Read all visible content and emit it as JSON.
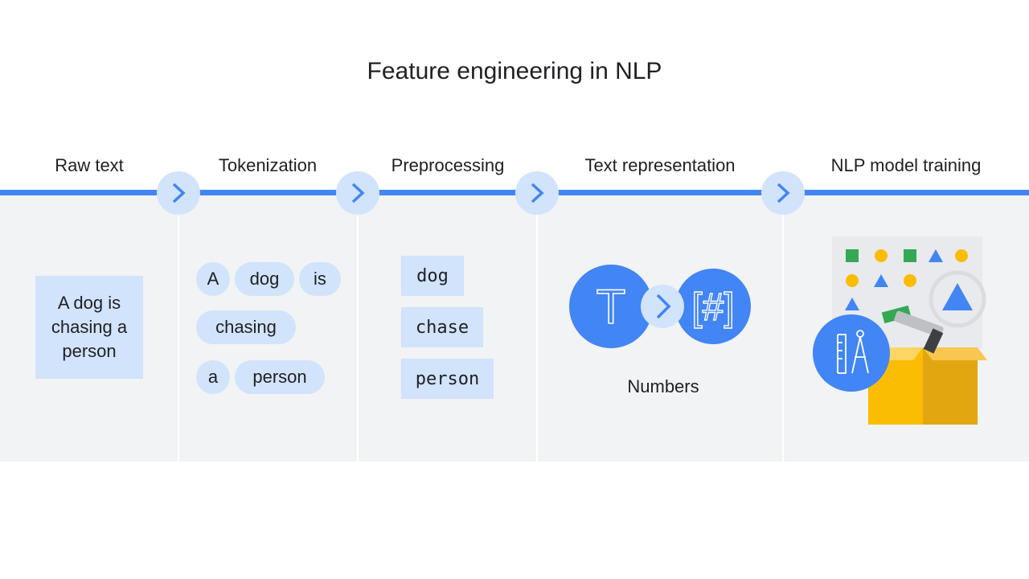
{
  "title": "Feature engineering in NLP",
  "stages": [
    {
      "label": "Raw text"
    },
    {
      "label": "Tokenization"
    },
    {
      "label": "Preprocessing"
    },
    {
      "label": "Text representation"
    },
    {
      "label": "NLP model training"
    }
  ],
  "raw_text": "A dog is chasing a person",
  "tokens": [
    "A",
    "dog",
    "is",
    "chasing",
    "a",
    "person"
  ],
  "preprocessed": [
    "dog",
    "chase",
    "person"
  ],
  "representation": {
    "label": "Numbers",
    "text_symbol": "T",
    "number_symbol": "[#]"
  },
  "colors": {
    "accent": "#4285f4",
    "light_accent": "#d2e3fc",
    "panel": "#f1f3f4",
    "green": "#34a853",
    "yellow": "#fbbc04"
  }
}
